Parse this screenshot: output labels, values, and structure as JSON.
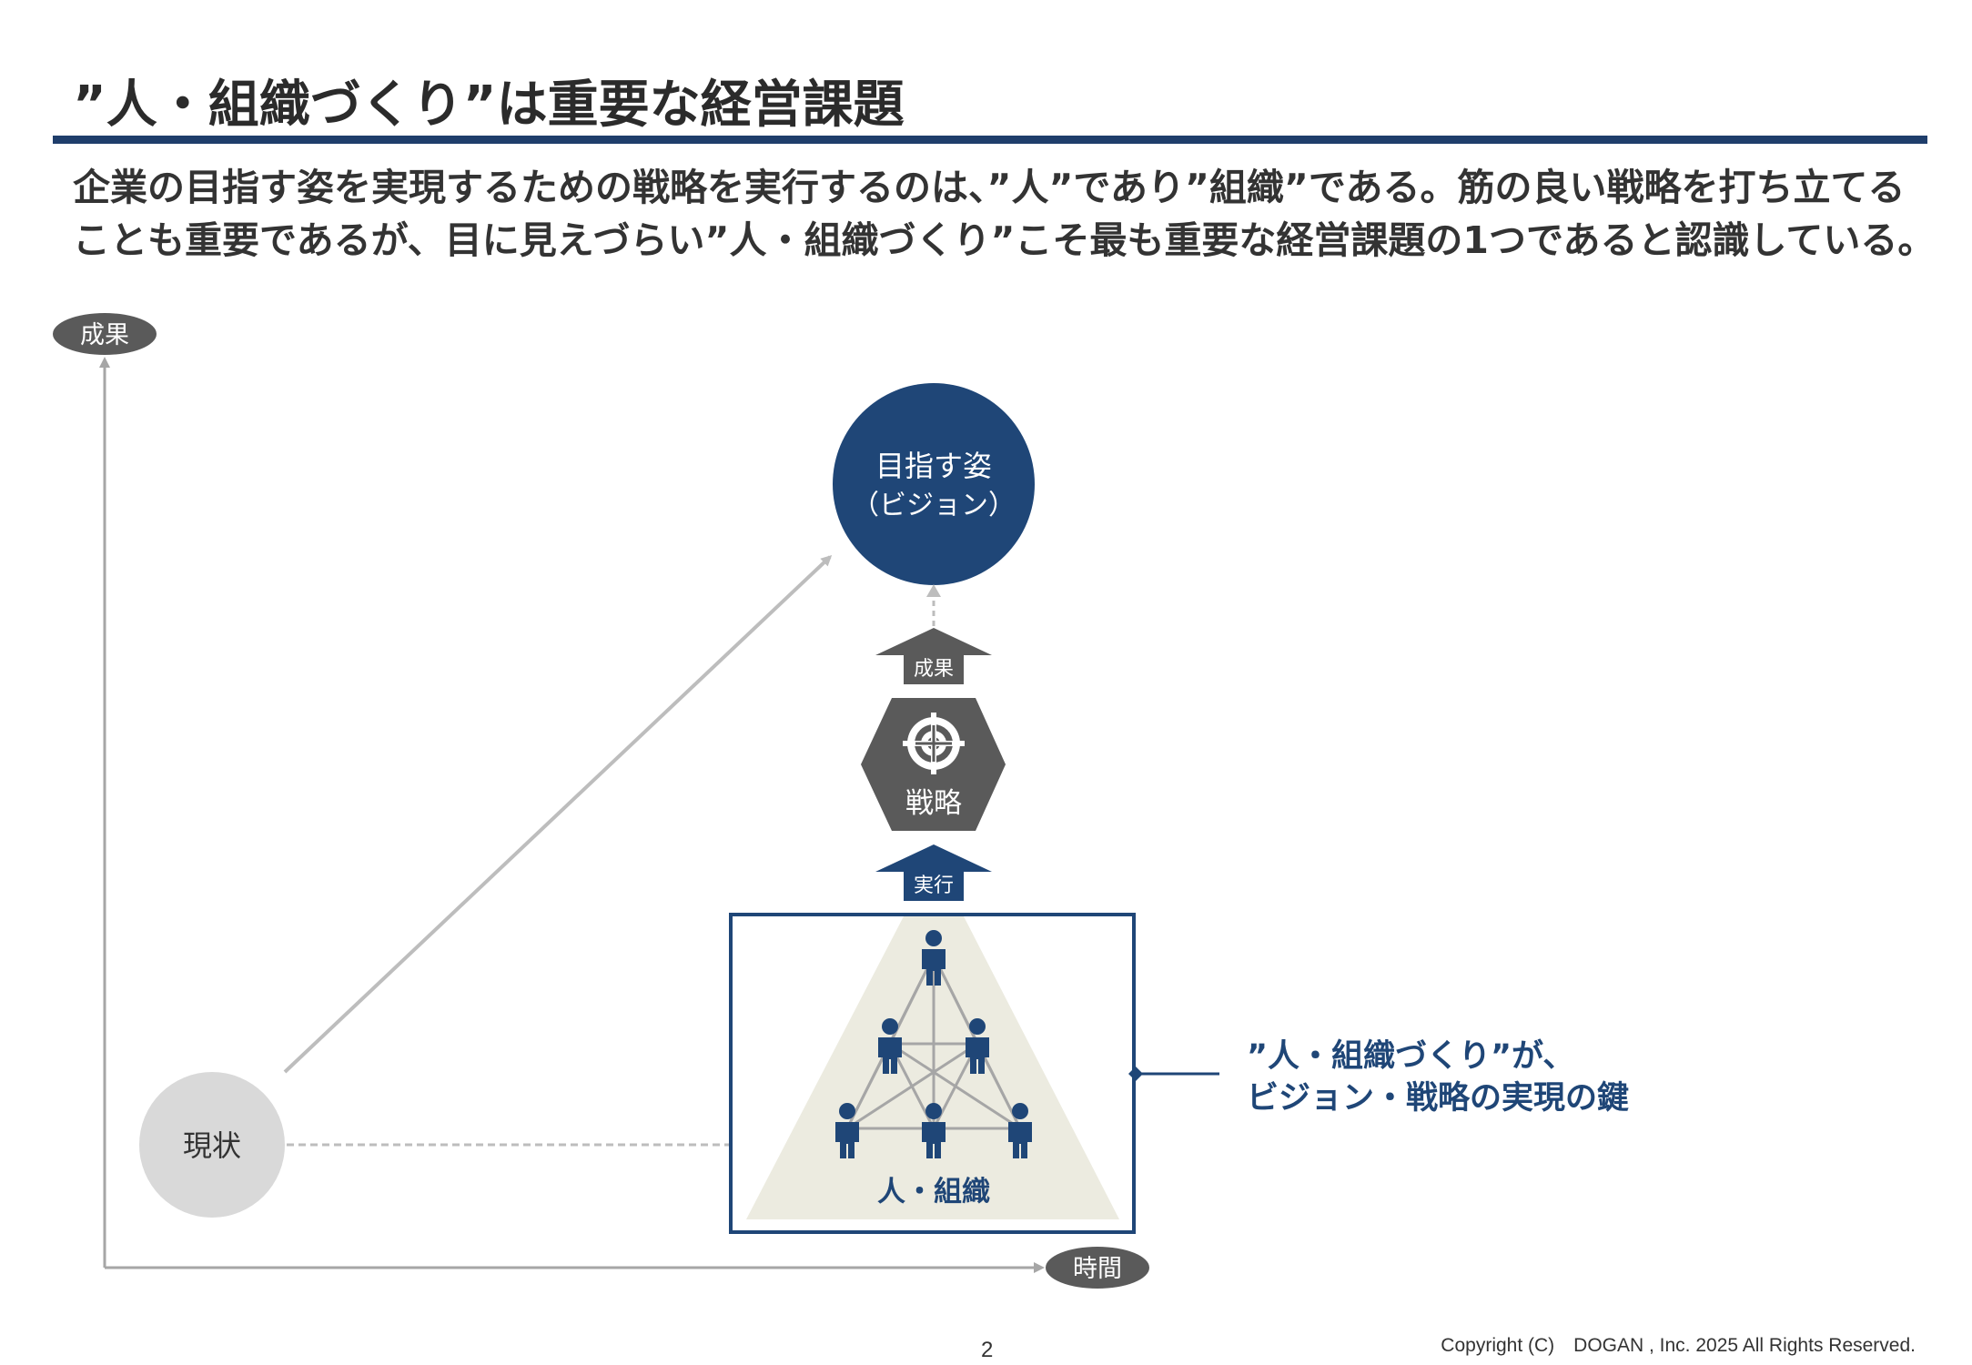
{
  "slide": {
    "title": "”人・組織づくり”は重要な経営課題",
    "lead_lines": [
      "企業の目指す姿を実現するための戦略を実行するのは、”人”であり”組織”である。筋の良い戦略を打ち立てる",
      "ことも重要であるが、目に見えづらい”人・組織づくり”こそ最も重要な経営課題の1つであると認識している。"
    ],
    "copyright": "Copyright (C)　DOGAN , Inc. 2025 All Rights Reserved.",
    "page_number": "2"
  },
  "diagram": {
    "y_axis_label": "成果",
    "x_axis_label": "時間",
    "current_state_label": "現状",
    "vision_lines": [
      "目指す姿",
      "（ビジョン）"
    ],
    "result_arrow_label": "成果",
    "strategy_label": "戦略",
    "execute_arrow_label": "実行",
    "people_org_label": "人・組織",
    "callout_lines": [
      "”人・組織づくり”が、",
      "ビジョン・戦略の実現の鍵"
    ],
    "icons": {
      "strategy": "target-icon",
      "people": "person-icon"
    },
    "colors": {
      "navy": "#1f4677",
      "dark_gray": "#5a5a5a",
      "light_gray": "#d9d9d9",
      "axis_gray": "#a6a6a6",
      "beige": "#ecebe0",
      "callout_text": "#1f4677"
    }
  }
}
